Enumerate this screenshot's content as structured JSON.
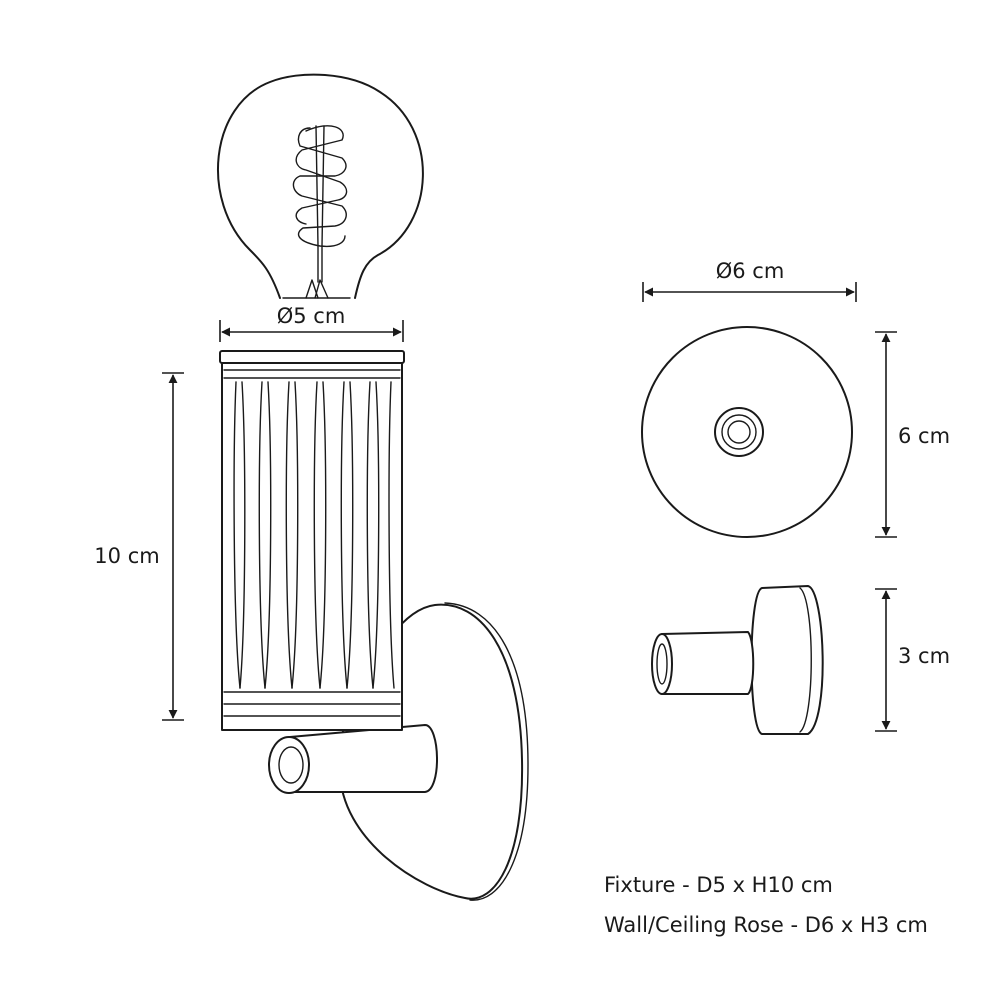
{
  "dimensions": {
    "fixture_diameter": "Ø5 cm",
    "fixture_height": "10 cm",
    "rose_diameter": "Ø6 cm",
    "rose_front_height": "6 cm",
    "rose_depth": "3 cm"
  },
  "specs": {
    "fixture": "Fixture - D5 x H10 cm",
    "rose": "Wall/Ceiling Rose - D6 x H3 cm"
  }
}
